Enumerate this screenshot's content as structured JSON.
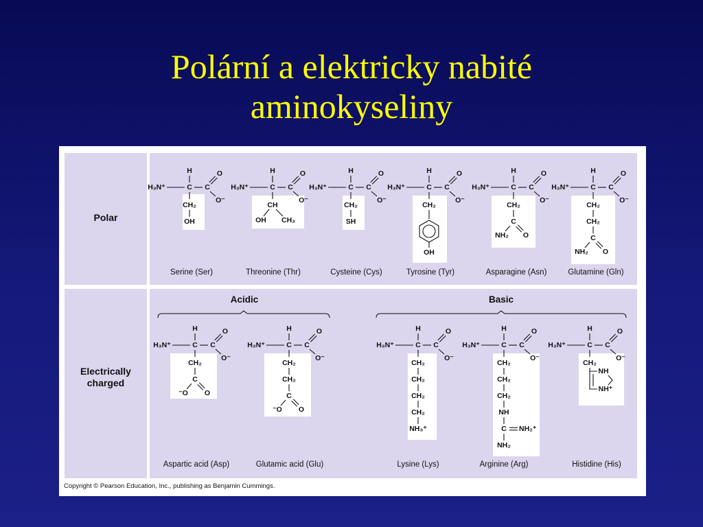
{
  "title": {
    "line1": "Polární  a elektricky nabité",
    "line2": "aminokyseliny"
  },
  "figure": {
    "polar_label": "Polar",
    "charged_label": {
      "line1": "Electrically",
      "line2": "charged"
    },
    "acidic_label": "Acidic",
    "basic_label": "Basic",
    "copyright": "Copyright © Pearson Education, Inc., publishing as Benjamin Cummings.",
    "polar_amino_acids": [
      "Serine (Ser)",
      "Threonine (Thr)",
      "Cysteine (Cys)",
      "Tyrosine (Tyr)",
      "Asparagine (Asn)",
      "Glutamine (Gln)"
    ],
    "acidic_amino_acids": [
      "Aspartic acid (Asp)",
      "Glutamic acid (Glu)"
    ],
    "basic_amino_acids": [
      "Lysine (Lys)",
      "Arginine (Arg)",
      "Histidine (His)"
    ],
    "structure_text": {
      "H": "H",
      "C": "C",
      "O": "O",
      "O_minus": "O⁻",
      "minus_O": "⁻O",
      "H3N_plus": "H₃N⁺",
      "CH2": "CH₂",
      "CH": "CH",
      "CH3": "CH₃",
      "OH": "OH",
      "SH": "SH",
      "NH2": "NH₂",
      "NH": "NH",
      "NH3_plus": "NH₃⁺",
      "NH2_plus": "NH₂⁺",
      "NH_plus": "NH⁺"
    }
  }
}
